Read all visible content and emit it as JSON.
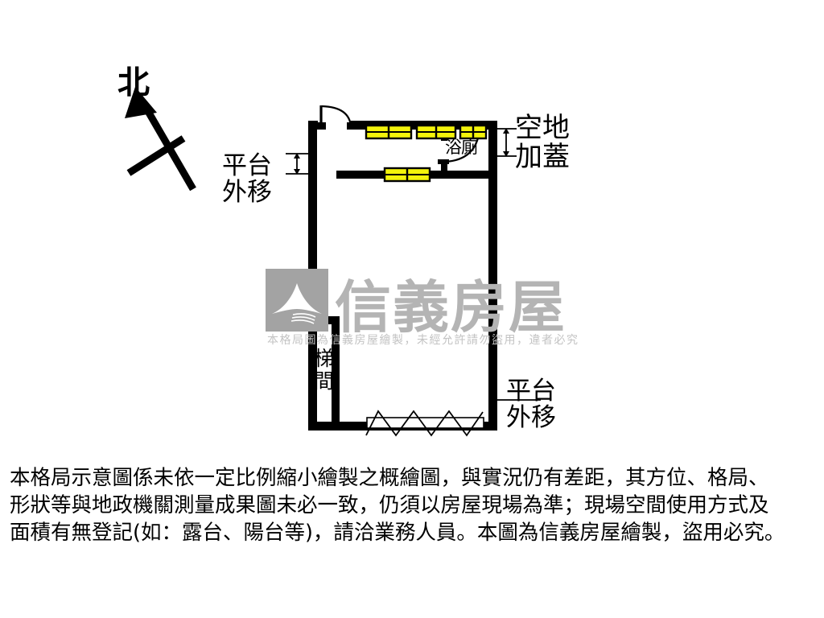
{
  "document": {
    "type": "real-estate-floor-plan",
    "watermark_brand": "信義房屋",
    "watermark_notice": "本格局圖為信義房屋繪製，未經允許請勿盜用，違者必究"
  },
  "compass": {
    "label": "北",
    "icon": "north-arrow-icon"
  },
  "annotations": {
    "platform_left": {
      "line1": "平台",
      "line2": "外移"
    },
    "platform_right": {
      "line1": "平台",
      "line2": "外移"
    },
    "open_roof": {
      "line1": "空地",
      "line2": "加蓋"
    },
    "bathroom": "浴廁",
    "stairwell": {
      "line1": "梯",
      "line2": "間"
    }
  },
  "rooms": [
    {
      "name": "浴廁",
      "type": "bathroom"
    },
    {
      "name": "梯間",
      "type": "stairwell"
    }
  ],
  "features": {
    "windows": [
      {
        "id": "window-top-1",
        "wall": "top",
        "panes": 2
      },
      {
        "id": "window-top-2",
        "wall": "top",
        "panes": 2
      },
      {
        "id": "window-top-3",
        "wall": "top",
        "panes": 2
      },
      {
        "id": "window-mid-1",
        "wall": "interior-horizontal",
        "panes": 2
      }
    ],
    "doors": [
      {
        "id": "door-main-entry",
        "location": "top-left"
      },
      {
        "id": "door-bathroom",
        "location": "bathroom-left"
      }
    ],
    "railing": {
      "id": "balcony-railing",
      "wall": "bottom",
      "pattern": "zigzag"
    },
    "dimension_markers": [
      {
        "id": "dimension-left",
        "orientation": "vertical"
      },
      {
        "id": "dimension-right",
        "orientation": "vertical"
      }
    ]
  },
  "colors": {
    "wall": "#000000",
    "window_fill": "#f3f30b",
    "background": "#ffffff",
    "watermark": "#b4b4b4",
    "watermark_logo": "#a3a3a3"
  },
  "disclaimer": {
    "line1": "本格局示意圖係未依一定比例縮小繪製之概繪圖，與實況仍有差距，其方位、格局、",
    "line2": "形狀等與地政機關測量成果圖未必一致，仍須以房屋現場為準；現場空間使用方式及",
    "line3": "面積有無登記(如：露台、陽台等)，請洽業務人員。本圖為信義房屋繪製，盜用必究。"
  }
}
